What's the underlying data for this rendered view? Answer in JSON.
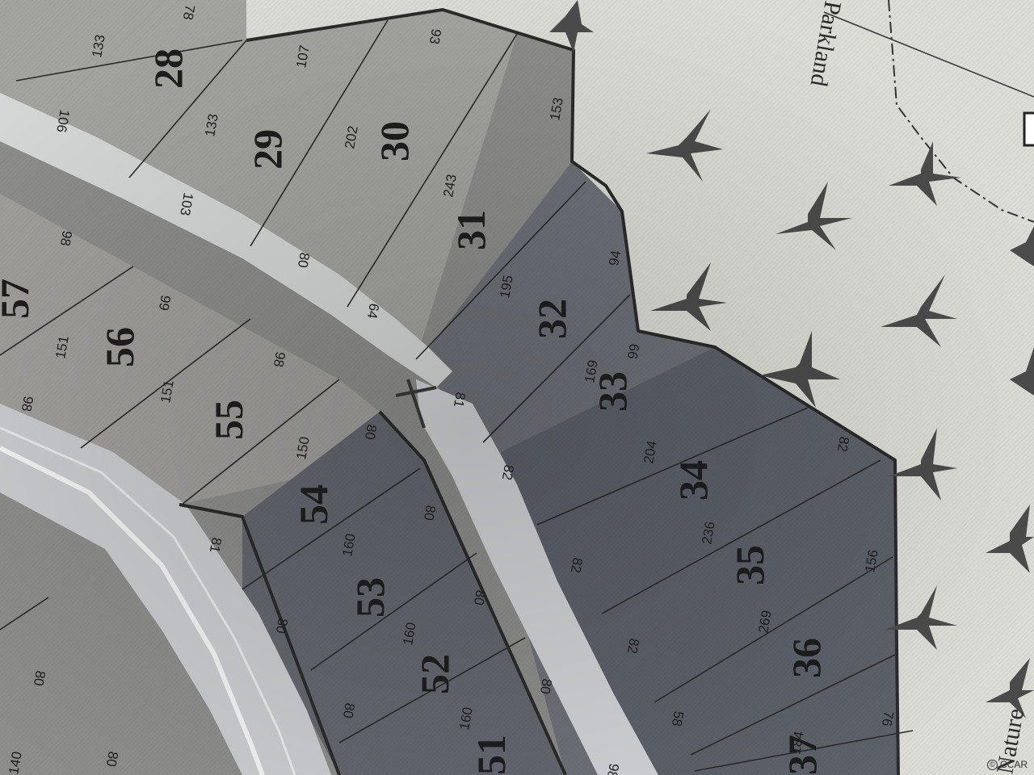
{
  "map": {
    "road_label": "Parkland",
    "nature_label": "Nature",
    "watermark": "CCAR",
    "colors": {
      "background": "#dcdcd6",
      "lots_light": "#a3a39f",
      "lots_mid": "#8c8c8b",
      "lots_dark": "#686b72",
      "lots_darkest": "#5a5e67",
      "road": "#cdcfd2",
      "lines": "#2a2a2a"
    },
    "lots": [
      {
        "id": "28",
        "label": "28"
      },
      {
        "id": "29",
        "label": "29"
      },
      {
        "id": "30",
        "label": "30"
      },
      {
        "id": "31",
        "label": "31"
      },
      {
        "id": "32",
        "label": "32"
      },
      {
        "id": "33",
        "label": "33"
      },
      {
        "id": "34",
        "label": "34"
      },
      {
        "id": "35",
        "label": "35"
      },
      {
        "id": "36",
        "label": "36"
      },
      {
        "id": "37",
        "label": "37"
      },
      {
        "id": "51",
        "label": "51"
      },
      {
        "id": "52",
        "label": "52"
      },
      {
        "id": "53",
        "label": "53"
      },
      {
        "id": "54",
        "label": "54"
      },
      {
        "id": "55",
        "label": "55"
      },
      {
        "id": "56",
        "label": "56"
      },
      {
        "id": "57",
        "label": "57"
      }
    ],
    "dimensions": [
      "78",
      "133",
      "106",
      "107",
      "133",
      "103",
      "93",
      "202",
      "80",
      "153",
      "243",
      "94",
      "64",
      "195",
      "66",
      "169",
      "81",
      "82",
      "204",
      "82",
      "236",
      "82",
      "156",
      "269",
      "82",
      "58",
      "184",
      "76",
      "98",
      "151",
      "99",
      "98",
      "151",
      "98",
      "150",
      "80",
      "81",
      "160",
      "80",
      "80",
      "160",
      "80",
      "80",
      "160",
      "80",
      "80",
      "140",
      "80",
      "98"
    ]
  }
}
